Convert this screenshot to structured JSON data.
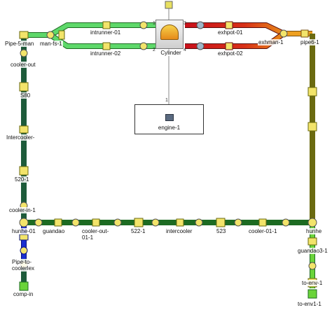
{
  "components": {
    "intrunner_01": "intrunner-01",
    "intrunner_02": "intrunner-02",
    "cylinder": "Cylinder",
    "exhpot_01": "exhpot-01",
    "exhpot_02": "exhpot-02",
    "exh_man": "exhman-1",
    "pipe6": "pipe6-1",
    "pipe_man": "Pipe-5-man",
    "man_fs": "man-fs-1",
    "cooler_out": "cooler-out",
    "s80": "S80",
    "intercooler_left": "Intercooler-",
    "s520": "520-1",
    "cooler_in": "cooler-in-1",
    "hunhe_01": "hunhe-01",
    "guandao": "guandao",
    "cooler_out_01": "cooler-out-\n01-1",
    "s522": "522-1",
    "intercooler": "intercooler",
    "s523": "523",
    "cooler_01": "cooler-01-1",
    "hunhe": "hunhe",
    "guandao3": "guandao3-1",
    "pipe_to_cooler": "Pipe-to-\ncoolerlex",
    "comp_in": "comp-in",
    "to_env": "to-env-1",
    "to_env1": "to-env1-1",
    "engine": "engine-1"
  },
  "ports": {
    "p1": "1",
    "p2": "2",
    "p3": "3",
    "p4": "4",
    "p_eng": "1"
  },
  "colors": {
    "green": "#2ecc40",
    "light_green": "#6fe27a",
    "red": "#d9231a",
    "orange": "#e98a1a",
    "yellow": "#e8e05a",
    "cyan": "#3cc3e8",
    "blue": "#1a2fd1",
    "pipe_outline": "#1d6b22"
  }
}
